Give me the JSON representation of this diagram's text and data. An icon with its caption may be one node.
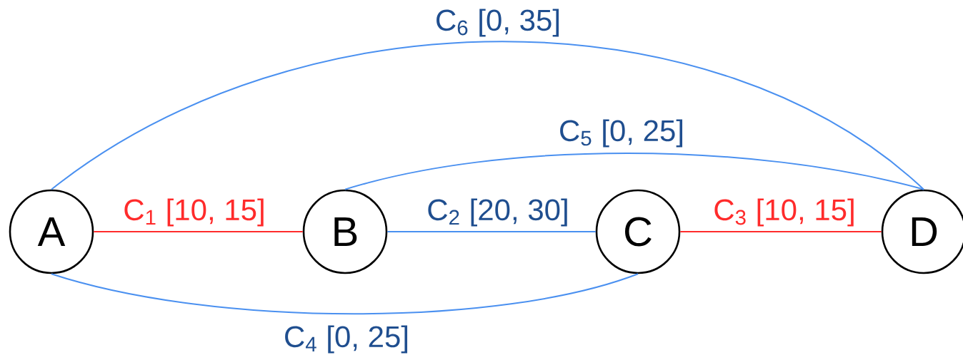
{
  "diagram": {
    "nodes": [
      {
        "text": [
          "A"
        ]
      },
      {
        "text": [
          "B"
        ]
      },
      {
        "text": [
          "C"
        ]
      },
      {
        "text": [
          "D"
        ]
      }
    ],
    "edges": [
      {
        "from": 0,
        "to": 1,
        "arrow": "none",
        "label": "C$_{1}$ [10, 15]",
        "color": "#ff2b2b"
      },
      {
        "from": 1,
        "to": 2,
        "arrow": "none",
        "label": "C$_{2}$ [20, 30]"
      },
      {
        "from": 2,
        "to": 3,
        "arrow": "none",
        "label": "C$_{3}$ [10, 15]",
        "color": "#ff2b2b"
      },
      {
        "from": 0,
        "to": 2,
        "arrow": "none",
        "label": "C$_{4}$ [0, 25]"
      },
      {
        "from": 1,
        "to": 3,
        "arrow": "none",
        "label": "C$_{5}$ [0, 25]"
      },
      {
        "from": 0,
        "to": 3,
        "arrow": "none",
        "label": "C$_{6}$ [0, 35]"
      }
    ]
  }
}
